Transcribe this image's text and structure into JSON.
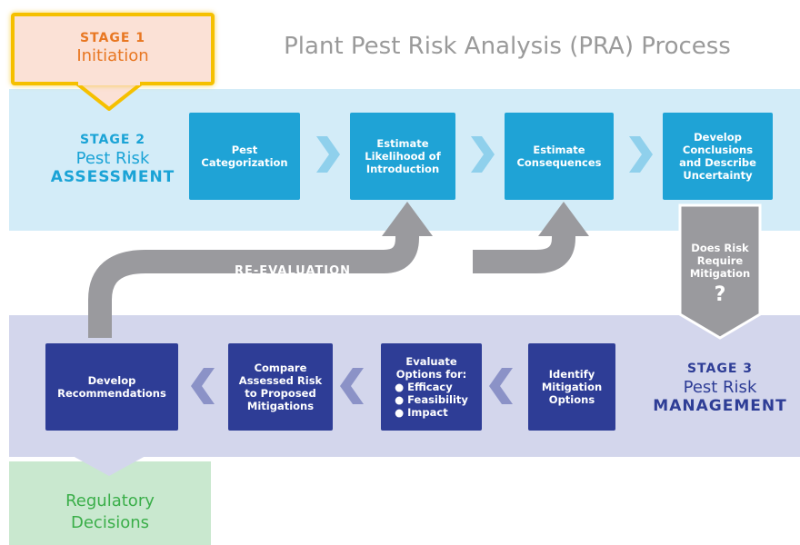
{
  "title": "Plant Pest Risk Analysis (PRA) Process",
  "stage1": {
    "label": "STAGE 1",
    "name": "Initiation"
  },
  "stage2": {
    "label": "STAGE 2",
    "name": "Pest Risk",
    "name_strong": "ASSESSMENT"
  },
  "stage3": {
    "label": "STAGE 3",
    "name": "Pest Risk",
    "name_strong": "MANAGEMENT"
  },
  "assessment_steps": [
    {
      "lines": [
        "Pest",
        "Categorization"
      ]
    },
    {
      "lines": [
        "Estimate",
        "Likelihood of",
        "Introduction"
      ]
    },
    {
      "lines": [
        "Estimate",
        "Consequences"
      ]
    },
    {
      "lines": [
        "Develop",
        "Conclusions",
        "and Describe",
        "Uncertainty"
      ]
    }
  ],
  "decision": {
    "lines": [
      "Does Risk",
      "Require",
      "Mitigation"
    ],
    "mark": "?"
  },
  "reevaluation": "RE-EVALUATION",
  "management_steps": [
    {
      "lines": [
        "Identify",
        "Mitigation",
        "Options"
      ]
    },
    {
      "title": "Evaluate",
      "title2": "Options for:",
      "bullets": [
        "Efficacy",
        "Feasibility",
        "Impact"
      ]
    },
    {
      "lines": [
        "Compare",
        "Assessed Risk",
        "to Proposed",
        "Mitigations"
      ]
    },
    {
      "lines": [
        "Develop",
        "Recommendations"
      ]
    }
  ],
  "outcome": {
    "lines": [
      "Regulatory",
      "Decisions"
    ]
  },
  "colors": {
    "stage1_fill": "#fbe1d6",
    "stage1_border": "#f5c000",
    "stage1_text": "#e87722",
    "assessment_band": "#d3ecf8",
    "assessment_box": "#1fa3d6",
    "assessment_text": "#1aa3d6",
    "management_band": "#d3d6ec",
    "management_box": "#2e3d96",
    "management_text": "#2e3d96",
    "outcome_fill": "#c9e8cf",
    "outcome_text": "#3aae49",
    "reeval_arrow": "#9a9a9e",
    "title_text": "#9a9a9a"
  }
}
